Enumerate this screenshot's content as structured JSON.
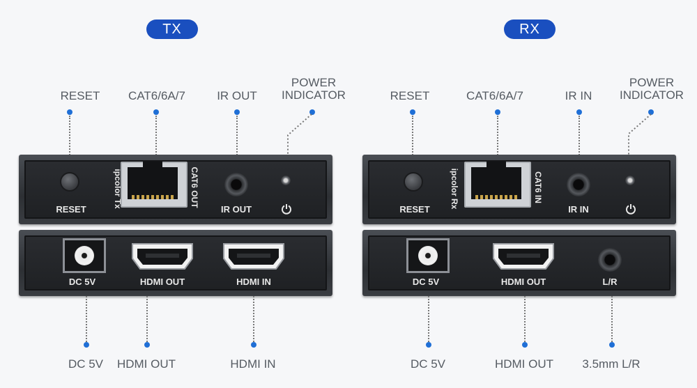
{
  "tx": {
    "badge": "TX",
    "top_labels": {
      "reset": "RESET",
      "cat": "CAT6/6A/7",
      "ir": "IR OUT",
      "power_line1": "POWER",
      "power_line2": "INDICATOR"
    },
    "silk": {
      "reset": "RESET",
      "brand": "ipcolor Tx",
      "cat": "CAT6 OUT",
      "ir": "IR OUT",
      "dc": "DC 5V",
      "hdmi_out": "HDMI OUT",
      "hdmi_in": "HDMI IN"
    },
    "bottom_labels": {
      "dc": "DC 5V",
      "hdmi_out": "HDMI OUT",
      "hdmi_in": "HDMI IN"
    }
  },
  "rx": {
    "badge": "RX",
    "top_labels": {
      "reset": "RESET",
      "cat": "CAT6/6A/7",
      "ir": "IR IN",
      "power_line1": "POWER",
      "power_line2": "INDICATOR"
    },
    "silk": {
      "reset": "RESET",
      "brand": "ipcolor Rx",
      "cat": "CAT6 IN",
      "ir": "IR IN",
      "dc": "DC 5V",
      "hdmi_out": "HDMI OUT",
      "lr": "L/R"
    },
    "bottom_labels": {
      "dc": "DC 5V",
      "hdmi_out": "HDMI OUT",
      "lr": "3.5mm L/R"
    }
  },
  "colors": {
    "badge": "#1a4fbf",
    "dot": "#1f6fd6",
    "label": "#555b62"
  },
  "icons": [
    "power-icon",
    "reset-button-icon",
    "rj45-port-icon",
    "hdmi-port-icon",
    "dc-jack-icon",
    "audio-jack-icon",
    "led-icon"
  ]
}
